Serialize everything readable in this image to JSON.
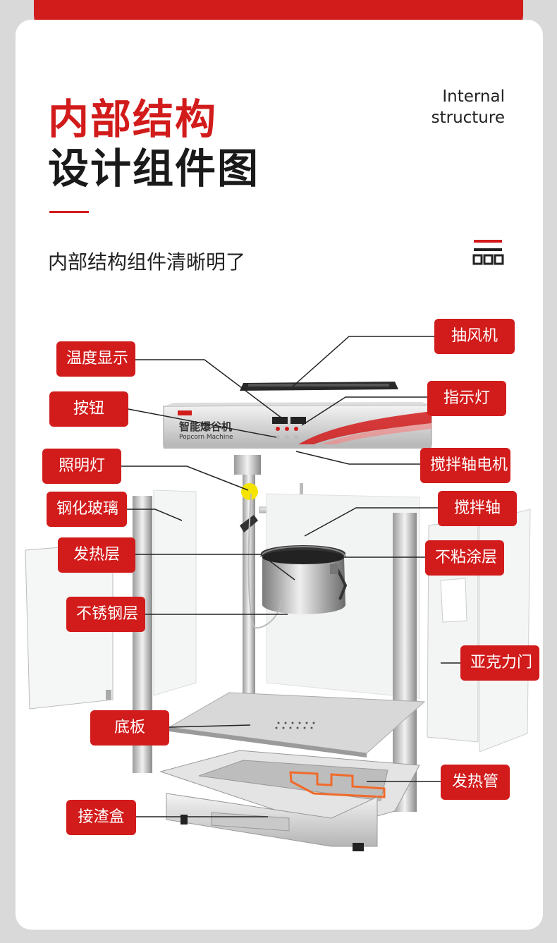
{
  "header": {
    "title_line1": "内部结构",
    "title_line2": "设计组件图",
    "english_line1": "Internal",
    "english_line2": "structure",
    "subtitle": "内部结构组件清晰明了",
    "icon": "menu-grid-icon"
  },
  "machine": {
    "brand_cn": "智能爆谷机",
    "brand_en": "Popcorn Machine"
  },
  "labels": {
    "temp_display": "温度显示",
    "fan": "抽风机",
    "button": "按钮",
    "indicator": "指示灯",
    "stir_motor": "搅拌轴电机",
    "light": "照明灯",
    "glass": "钢化玻璃",
    "stir_shaft": "搅拌轴",
    "heat_layer": "发热层",
    "nonstick": "不粘涂层",
    "steel_layer": "不锈钢层",
    "acrylic_door": "亚克力门",
    "base_plate": "底板",
    "heat_tube": "发热管",
    "residue_box": "接渣盒"
  },
  "colors": {
    "accent": "#d21b1b",
    "background": "#d9d9d9",
    "card": "#ffffff"
  }
}
